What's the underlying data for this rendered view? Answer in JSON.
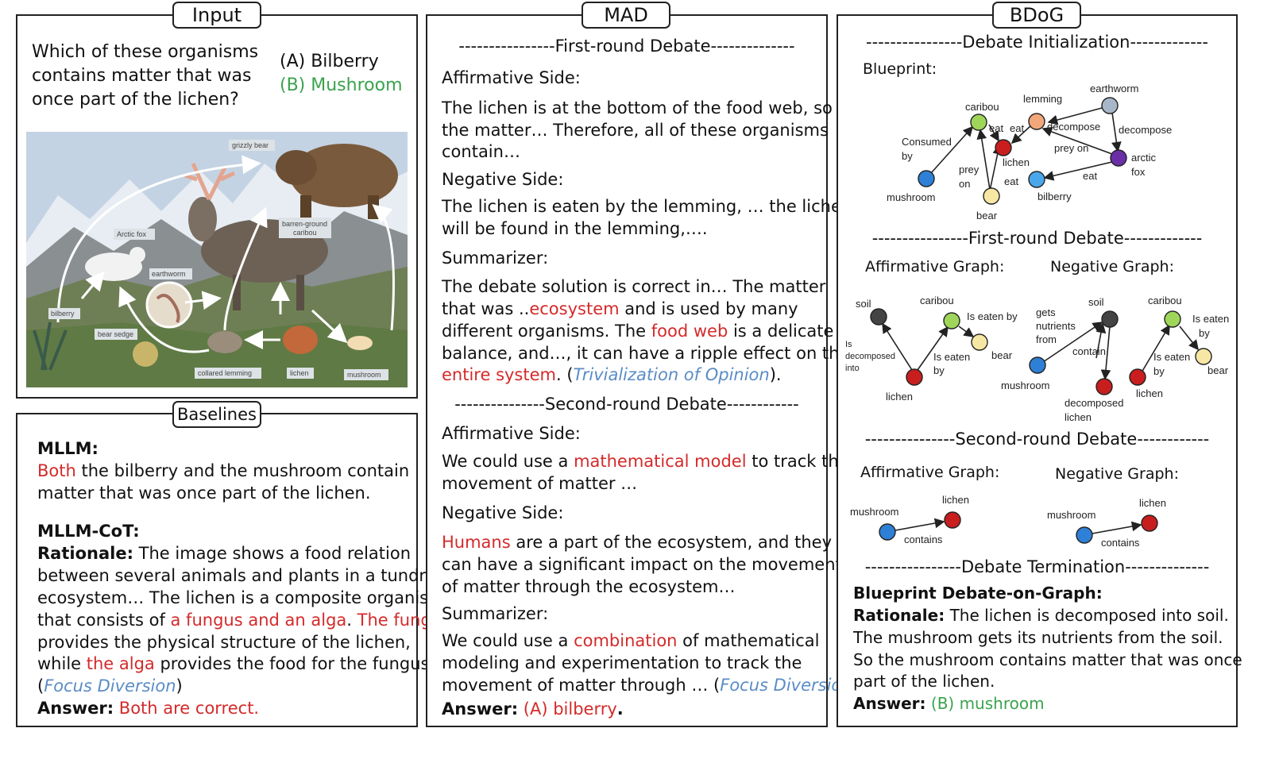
{
  "input": {
    "tab": "Input",
    "question": [
      "Which of these organisms",
      "contains matter that was",
      "once part of the lichen?"
    ],
    "option_a": "(A) Bilberry",
    "option_b": "(B) Mushroom",
    "image_labels": {
      "grizzly": "grizzly bear",
      "caribou": [
        "barren-ground",
        "caribou"
      ],
      "fox": "Arctic fox",
      "earthworm": "earthworm",
      "bilberry": "bilberry",
      "sedge": "bear sedge",
      "lemming": "collared lemming",
      "lichen": "lichen",
      "mushroom": "mushroom"
    }
  },
  "baselines": {
    "tab": "Baselines",
    "mllm_title": "MLLM:",
    "mllm_l1_red": "Both",
    "mllm_l1_rest": " the bilberry and the mushroom contain",
    "mllm_l2": "matter that was once part of the lichen.",
    "cot_title": "MLLM-CoT:",
    "rationale_label": "Rationale:",
    "r1": " The image shows a food relation",
    "r2": "between several animals and plants in a tundra",
    "r3": "ecosystem… The lichen is a composite organism",
    "r4a": "that consists of ",
    "r4b": "a fungus and an alga",
    "r4c": ". ",
    "r4d": "The fungus",
    "r5": "provides the physical structure of the lichen,",
    "r6a": "while ",
    "r6b": "the alga",
    "r6c": " provides the food for the fungus..",
    "r7a": "(",
    "r7b": "Focus Diversion",
    "r7c": ")",
    "answer_label": "Answer:",
    "answer": " Both are correct."
  },
  "mad": {
    "tab": "MAD",
    "round1": "----------------First-round Debate--------------",
    "aff": "Affirmative Side:",
    "aff1": [
      "The lichen is at the bottom of the food web, so",
      "the matter… Therefore, all of these organisms",
      "contain…"
    ],
    "neg": "Negative Side:",
    "neg1": [
      "The lichen is eaten by the lemming, … the lichen",
      "will be found in the lemming,…."
    ],
    "sum": "Summarizer:",
    "s1": " The debate solution is correct in… The matter",
    "s2a": "that was ..",
    "s2b": "ecosystem",
    "s2c": " and is used by many",
    "s3a": "different organisms. The ",
    "s3b": "food web",
    "s3c": " is a delicate",
    "s4": "balance, and…, it can have a ripple effect on the",
    "s5a": "entire system",
    "s5b": ". (",
    "s5c": "Trivialization of Opinion",
    "s5d": ").",
    "round2": "---------------Second-round Debate------------",
    "aff2a": "We could use a ",
    "aff2b": "mathematical model",
    "aff2c": " to track the",
    "aff2d": "movement of matter …",
    "neg2a": "Humans",
    "neg2b": " are a part of the ecosystem, and they",
    "neg2c": "can have a significant impact on the movement",
    "neg2d": "of matter through the ecosystem…",
    "sum2a": "We could use a ",
    "sum2b": "combination",
    "sum2c": " of mathematical",
    "sum2d": "modeling and experimentation to track the",
    "sum2e": "movement of matter through … (",
    "sum2f": "Focus Diversion",
    "sum2g": ")",
    "answer_label": "Answer:",
    "answer": " (A) bilberry",
    "answer_end": "."
  },
  "bdog": {
    "tab": "BDoG",
    "init": "----------------Debate Initialization-------------",
    "blueprint": "Blueprint:",
    "round1": "----------------First-round Debate-------------",
    "aff_graph": "Affirmative Graph:",
    "neg_graph": "Negative Graph:",
    "round2": "---------------Second-round Debate------------",
    "termination": "----------------Debate Termination--------------",
    "result_title": "Blueprint Debate-on-Graph:",
    "rationale_label": "Rationale:",
    "r1": " The lichen is decomposed into soil.",
    "r2": "The mushroom gets its nutrients from the soil.",
    "r3": "So the mushroom contains matter that was once",
    "r4": "part of the lichen.",
    "answer_label": "Answer:",
    "answer": " (B) mushroom",
    "blueprint_graph": {
      "nodes": [
        "caribou",
        "lemming",
        "earthworm",
        "lichen",
        "arctic",
        "fox",
        "mushroom",
        "bilberry",
        "bear"
      ],
      "edges": [
        "Consumed",
        "by",
        "eat",
        "eat",
        "decompose",
        "decompose",
        "prey on",
        "prey",
        "on",
        "eat",
        "eat"
      ]
    },
    "graph1_aff": {
      "nodes": [
        "soil",
        "caribou",
        "bear",
        "lichen"
      ],
      "edges": [
        "Is eaten by",
        "Is",
        "decomposed",
        "into",
        "Is eaten",
        "by"
      ]
    },
    "graph1_neg": {
      "nodes": [
        "soil",
        "mushroom",
        "decomposed",
        "lichen"
      ],
      "edges": [
        "gets",
        "nutrients",
        "from",
        "contain"
      ]
    },
    "graph1_neg2": {
      "nodes": [
        "caribou",
        "bear",
        "lichen"
      ],
      "edges": [
        "Is eaten",
        "by",
        "Is eaten",
        "by"
      ]
    },
    "graph2_aff": {
      "nodes": [
        "mushroom",
        "lichen"
      ],
      "edges": [
        "contains"
      ]
    },
    "graph2_neg": {
      "nodes": [
        "mushroom",
        "lichen"
      ],
      "edges": [
        "contains"
      ]
    }
  },
  "colors": {
    "red": "#d42a2a",
    "green": "#3aa34d",
    "blue": "#5a8cc6",
    "node_green": "#9fd65a",
    "node_orange": "#f2a77b",
    "node_gray": "#a7b7c9",
    "node_red": "#c81e1e",
    "node_purple": "#6a2fa6",
    "node_blue": "#2e7fd6",
    "node_lightblue": "#4aa7ea",
    "node_yellow": "#f6e7a4",
    "node_dark": "#444444"
  }
}
